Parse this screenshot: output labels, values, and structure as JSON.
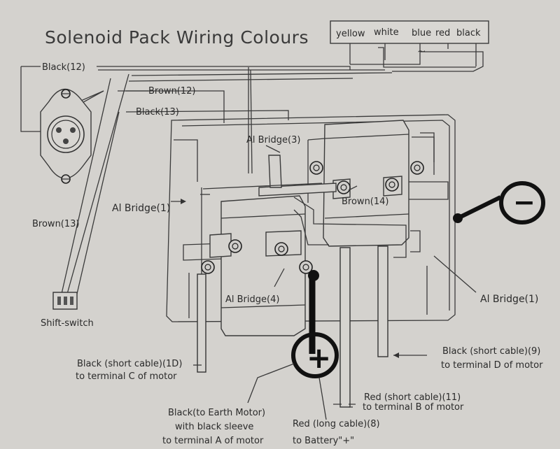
{
  "title": "Solenoid Pack Wiring Colours",
  "colour_key": {
    "items": [
      "yellow",
      "white",
      "blue",
      "red",
      "black"
    ],
    "mark": "~"
  },
  "components": {
    "shift_switch": "Shift-switch"
  },
  "labels": {
    "black_12": "Black(12)",
    "brown_12": "Brown(12)",
    "black_13": "Black(13)",
    "brown_13": "Brown(13)",
    "al_bridge_1_left": "Al Bridge(1)",
    "al_bridge_3": "Al Bridge(3)",
    "brown_14": "Brown(14)",
    "al_bridge_4": "Al Bridge(4)",
    "al_bridge_1_right": "Al Bridge(1)",
    "black_short_9_line1": "Black (short cable)(9)",
    "black_short_9_line2": "to terminal D of motor",
    "black_short_10_line1": "Black (short cable)(1D)",
    "black_short_10_line2": "to terminal C of motor",
    "red_short_11_line1": "Red (short cable)(11)",
    "red_short_11_line2": "to terminal B of motor",
    "black_earth_line1": "Black(to Earth Motor)",
    "black_earth_line2": "with black sleeve",
    "black_earth_line3": "to terminal A of motor",
    "red_long_8_line1": "Red (long cable)(8)",
    "red_long_8_line2": "to Battery\"+\""
  },
  "symbols": {
    "positive": "+",
    "negative": "−"
  }
}
